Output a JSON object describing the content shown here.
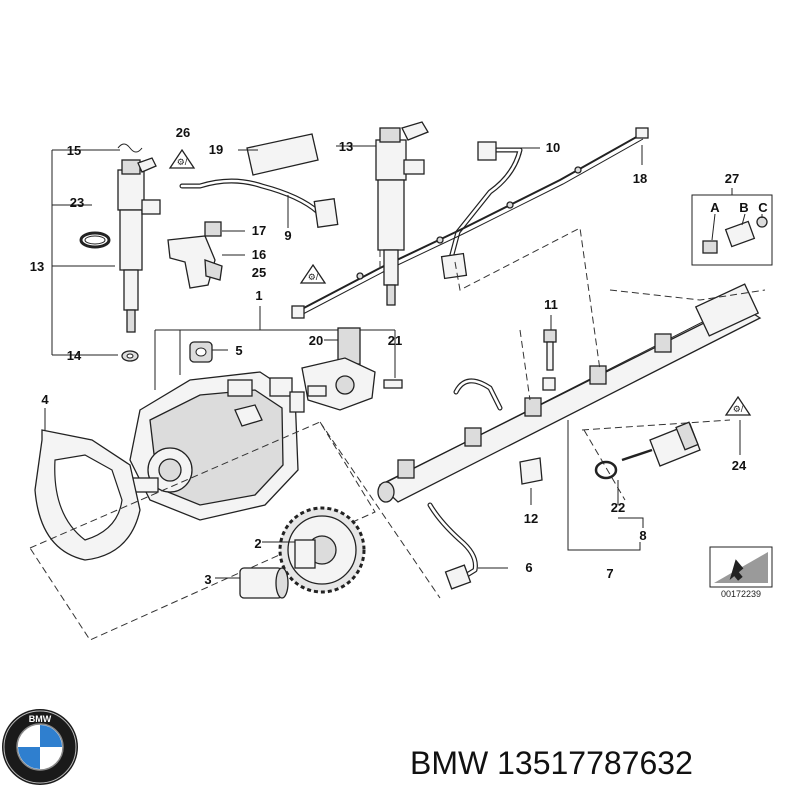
{
  "diagram": {
    "callouts": [
      {
        "id": "c1",
        "text": "1"
      },
      {
        "id": "c2",
        "text": "2"
      },
      {
        "id": "c3",
        "text": "3"
      },
      {
        "id": "c4",
        "text": "4"
      },
      {
        "id": "c5",
        "text": "5"
      },
      {
        "id": "c6",
        "text": "6"
      },
      {
        "id": "c7",
        "text": "7"
      },
      {
        "id": "c8",
        "text": "8"
      },
      {
        "id": "c9",
        "text": "9"
      },
      {
        "id": "c10",
        "text": "10"
      },
      {
        "id": "c11",
        "text": "11"
      },
      {
        "id": "c12",
        "text": "12"
      },
      {
        "id": "c13a",
        "text": "13"
      },
      {
        "id": "c13b",
        "text": "13"
      },
      {
        "id": "c14",
        "text": "14"
      },
      {
        "id": "c15",
        "text": "15"
      },
      {
        "id": "c16",
        "text": "16"
      },
      {
        "id": "c17",
        "text": "17"
      },
      {
        "id": "c18",
        "text": "18"
      },
      {
        "id": "c19",
        "text": "19"
      },
      {
        "id": "c20",
        "text": "20"
      },
      {
        "id": "c21",
        "text": "21"
      },
      {
        "id": "c22",
        "text": "22"
      },
      {
        "id": "c23",
        "text": "23"
      },
      {
        "id": "c24",
        "text": "24"
      },
      {
        "id": "c25",
        "text": "25"
      },
      {
        "id": "c26",
        "text": "26"
      },
      {
        "id": "c27",
        "text": "27"
      }
    ],
    "sub_labels": {
      "a": "A",
      "b": "B",
      "c": "C"
    },
    "diagram_code": "00172239",
    "warning_icon_text": "⚙/"
  },
  "brand": {
    "logo_text": "BMW",
    "caption": "BMW 13517787632"
  },
  "colors": {
    "line": "#222222",
    "logo_blue": "#2f7fcf",
    "logo_ring": "#1a1a1a"
  }
}
